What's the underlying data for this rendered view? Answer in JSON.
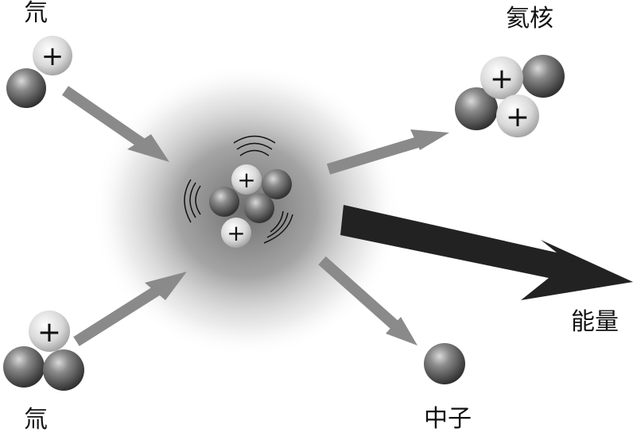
{
  "labels": {
    "deuterium": "氘",
    "tritium": "氚",
    "helium_nucleus": "氦核",
    "energy": "能量",
    "neutron": "中子"
  },
  "particles": {
    "proton_symbol": "+"
  },
  "colors": {
    "proton_fill": "#d8d8d8",
    "neutron_fill": "#6a6a6a",
    "arrow": "#8a8a8a",
    "energy_arrow": "#222222",
    "glow": "#6e6e6e"
  }
}
